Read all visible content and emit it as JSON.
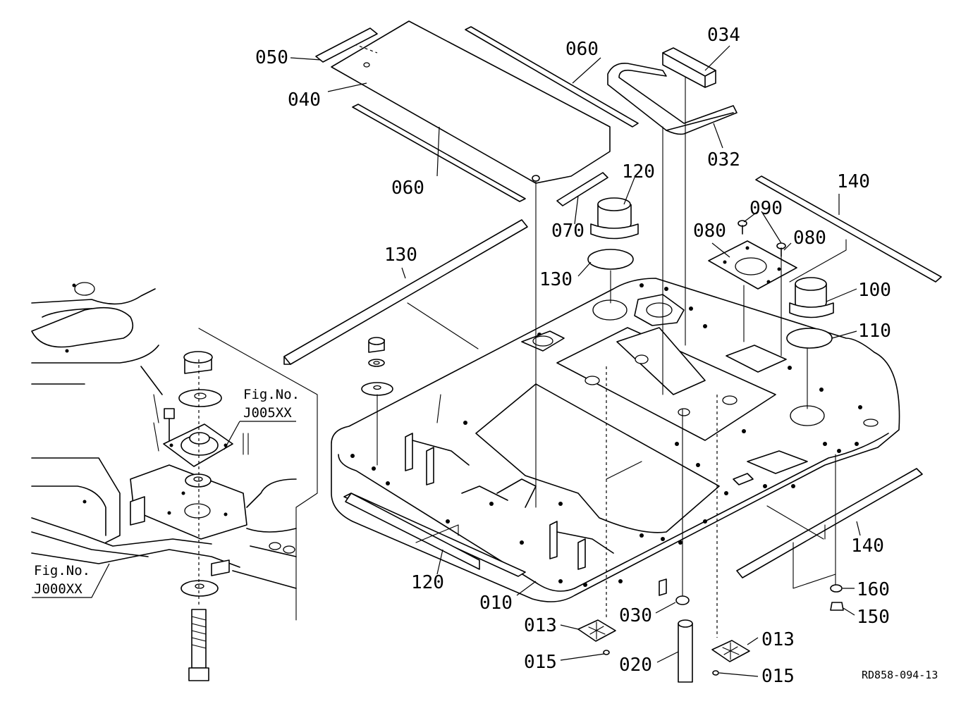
{
  "labels": {
    "p010": "010",
    "p013a": "013",
    "p013b": "013",
    "p015a": "015",
    "p015b": "015",
    "p020": "020",
    "p030": "030",
    "p032": "032",
    "p034": "034",
    "p040": "040",
    "p050": "050",
    "p060a": "060",
    "p060b": "060",
    "p070": "070",
    "p080a": "080",
    "p080b": "080",
    "p090": "090",
    "p100": "100",
    "p110": "110",
    "p120a": "120",
    "p120b": "120",
    "p130a": "130",
    "p130b": "130",
    "p140a": "140",
    "p140b": "140",
    "p150": "150",
    "p160": "160"
  },
  "figrefs": {
    "fig1_title": "Fig.No.",
    "fig1_code": "J005XX",
    "fig2_title": "Fig.No.",
    "fig2_code": "J000XX"
  },
  "drawing_code": "RD858-094-13"
}
